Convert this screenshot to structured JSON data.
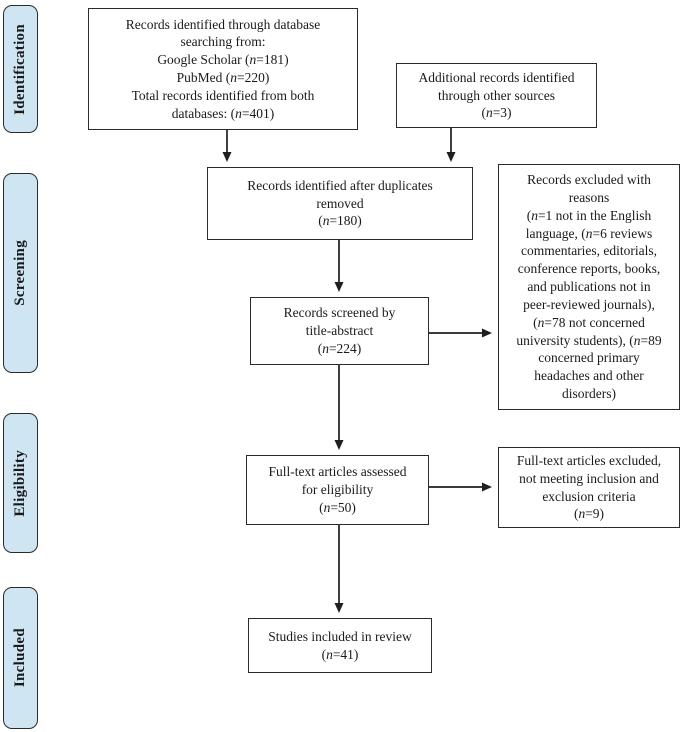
{
  "figure": {
    "type": "prisma-flow-diagram"
  },
  "palette": {
    "stage_fill": "#cfe5f2",
    "border": "#2b2b2b",
    "text": "#1a1a1a",
    "background": "#ffffff"
  },
  "stages": [
    {
      "label": "Identification"
    },
    {
      "label": "Screening"
    },
    {
      "label": "Eligibility"
    },
    {
      "label": "Included"
    }
  ],
  "boxes": {
    "database_search": {
      "lines": [
        "Records identified through database",
        "searching from:",
        "Google Scholar (n=181)",
        "PubMed (n=220)",
        "Total records identified from both",
        "databases: (n=401)"
      ]
    },
    "other_sources": {
      "lines": [
        "Additional records identified",
        "through other sources",
        "(n=3)"
      ]
    },
    "duplicates_removed": {
      "lines": [
        "Records identified after duplicates",
        "removed",
        "(n=180)"
      ]
    },
    "records_excluded": {
      "lines": [
        "Records excluded with",
        "reasons",
        "(n=1 not in the English",
        "language, (n=6 reviews",
        "commentaries, editorials,",
        "conference reports, books,",
        "and publications not in",
        "peer-reviewed journals),",
        "(n=78 not concerned",
        "university students), (n=89",
        "concerned primary",
        "headaches and other",
        "disorders)"
      ]
    },
    "records_screened": {
      "lines": [
        "Records screened by",
        "title-abstract",
        "(n=224)"
      ]
    },
    "fulltext_assessed": {
      "lines": [
        "Full-text articles assessed",
        "for eligibility",
        "(n=50)"
      ]
    },
    "fulltext_excluded": {
      "lines": [
        "Full-text articles excluded,",
        "not meeting inclusion and",
        "exclusion criteria",
        "(n=9)"
      ]
    },
    "studies_included": {
      "lines": [
        "Studies included in review",
        "(n=41)"
      ]
    }
  }
}
